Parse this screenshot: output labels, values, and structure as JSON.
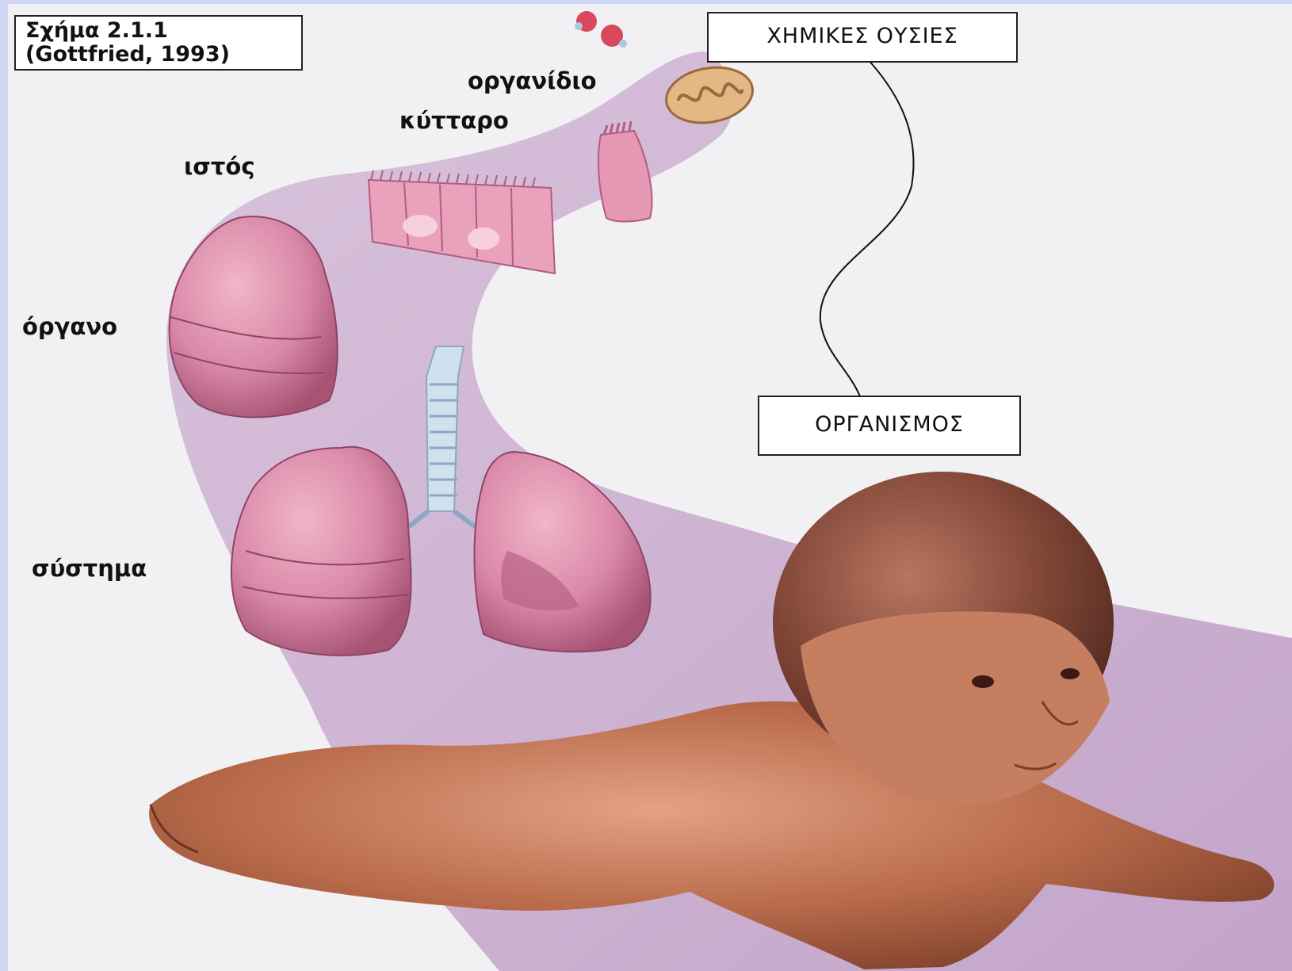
{
  "figure": {
    "caption_line1": "Σχήμα 2.1.1",
    "caption_line2": "(Gottfried, 1993)"
  },
  "endpoints": {
    "start": "ΧΗΜΙΚΕΣ ΟΥΣΙΕΣ",
    "end": "ΟΡΓΑΝΙΣΜΟΣ"
  },
  "levels": [
    {
      "label": "οργανίδιο",
      "icon": "mitochondrion-icon"
    },
    {
      "label": "κύτταρο",
      "icon": "cell-icon"
    },
    {
      "label": "ιστός",
      "icon": "tissue-icon"
    },
    {
      "label": "όργανο",
      "icon": "lung-icon"
    },
    {
      "label": "σύστημα",
      "icon": "respiratory-system-icon"
    }
  ],
  "colors": {
    "page_border": "#cfd6f4",
    "path_band": "#cdb2d3",
    "organ_pink": "#d987a6",
    "skin": "#b86a4a"
  }
}
